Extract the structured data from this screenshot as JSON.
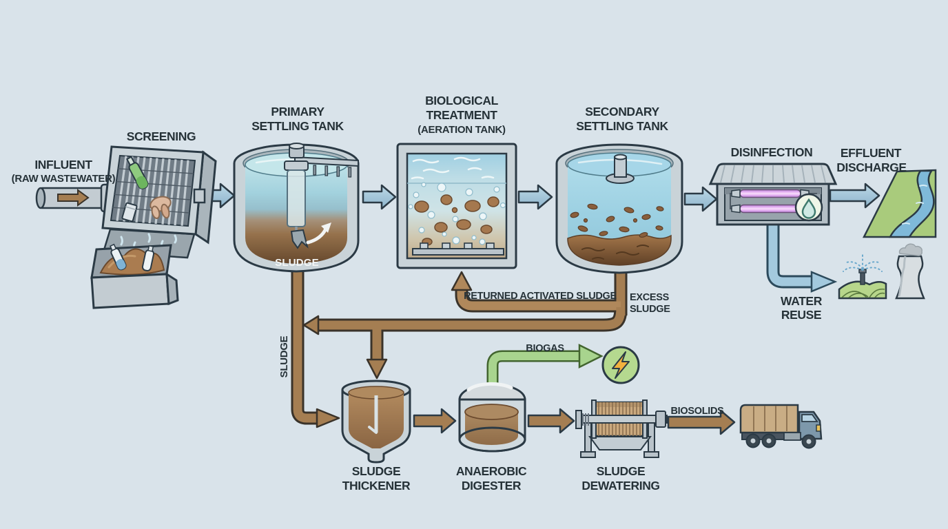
{
  "diagram": "wastewater-treatment-process",
  "stages": {
    "influent": {
      "line1": "INFLUENT",
      "line2": "(RAW WASTEWATER)"
    },
    "screening": {
      "label": "SCREENING"
    },
    "primary": {
      "line1": "PRIMARY",
      "line2": "SETTLING TANK",
      "tank_label": "SLUDGE"
    },
    "biological": {
      "line1": "BIOLOGICAL",
      "line2": "TREATMENT",
      "line3": "(AERATION TANK)"
    },
    "secondary": {
      "line1": "SECONDARY",
      "line2": "SETTLING TANK"
    },
    "disinfection": {
      "label": "DISINFECTION"
    },
    "effluent": {
      "line1": "EFFLUENT",
      "line2": "DISCHARGE"
    },
    "water_reuse": {
      "line1": "WATER",
      "line2": "REUSE"
    },
    "thickener": {
      "line1": "SLUDGE",
      "line2": "THICKENER"
    },
    "digester": {
      "line1": "ANAEROBIC",
      "line2": "DIGESTER"
    },
    "dewatering": {
      "line1": "SLUDGE",
      "line2": "DEWATERING"
    }
  },
  "flows": {
    "sludge": {
      "label": "SLUDGE"
    },
    "ras": {
      "label": "RETURNED ACTIVATED SLUDGE"
    },
    "excess": {
      "line1": "EXCESS",
      "line2": "SLUDGE"
    },
    "biogas": {
      "label": "BIOGAS"
    },
    "biosolids": {
      "label": "BIOSOLIDS"
    }
  },
  "icons": {
    "energy": "lightning-bolt",
    "disinfected_water": "water-droplet",
    "uv_lamps": "uv-tubes",
    "effluent": "river",
    "reuse": [
      "irrigation-sprinkler-field",
      "cooling-tower"
    ],
    "biosolids_destination": "dump-truck"
  },
  "colors": {
    "background": "#d9e3ea",
    "outline": "#2b3a45",
    "water_blue": "#9fd0e2",
    "flow_arrow_blue": "#a3c9de",
    "sludge_brown": "#a57e52",
    "biogas_green": "#a8d48e",
    "uv_lamp_purple": "#e7b4f4",
    "energy_yellow": "#f2b13e",
    "energy_circle_green": "#b5d98f"
  }
}
